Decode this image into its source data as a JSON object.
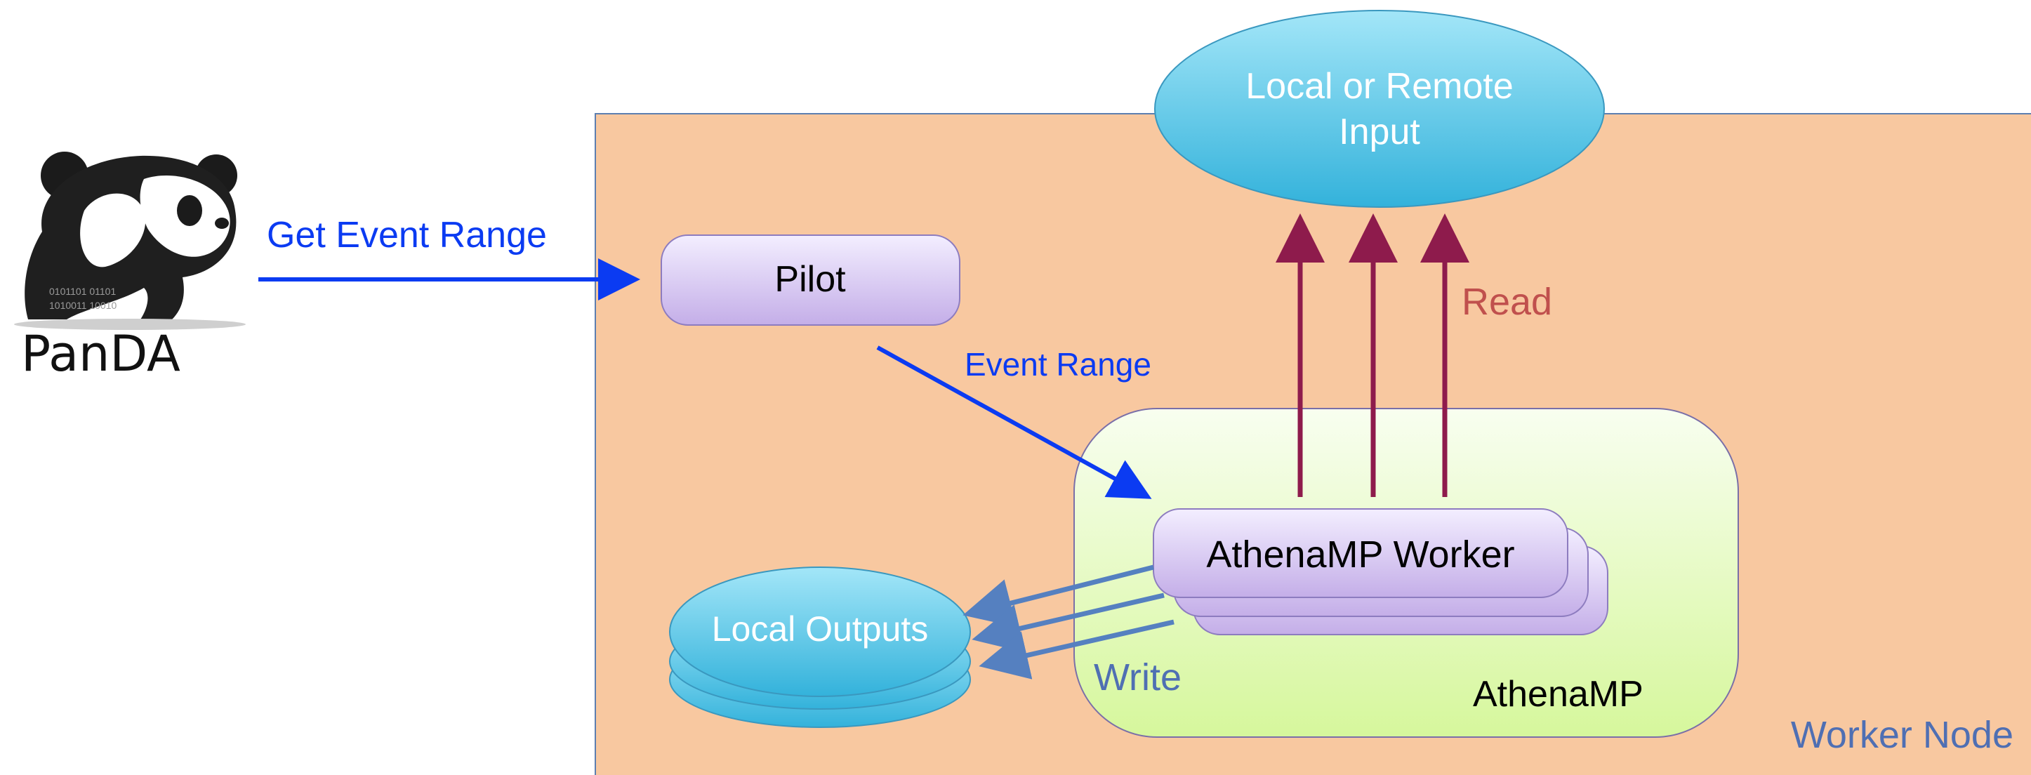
{
  "diagram": {
    "logo": {
      "wordmark": "PanDA"
    },
    "labels": {
      "get_event_range": "Get Event Range",
      "pilot": "Pilot",
      "event_range": "Event Range",
      "input_line1": "Local or Remote",
      "input_line2": "Input",
      "read": "Read",
      "worker": "AthenaMP Worker",
      "athenamp": "AthenaMP",
      "local_outputs": "Local Outputs",
      "write": "Write",
      "worker_node": "Worker Node"
    },
    "colors": {
      "worker_node_fill": "#f8c8a0",
      "blue_arrow": "#0b3bf2",
      "read_arrow": "#8e1b4c",
      "write_arrow": "#5580c0",
      "read_text": "#c0504d",
      "write_text": "#4f6fb3",
      "cyan_top": "#9be3f7",
      "cyan_bottom": "#35b4dc",
      "lavender_top": "#f1ebff",
      "lavender_bottom": "#c7b2ea",
      "athenamp_fill": "#ddf9a8"
    }
  }
}
